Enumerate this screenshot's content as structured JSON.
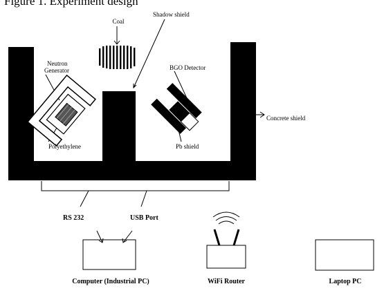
{
  "figure": {
    "caption": "Figure 1. Experiment design"
  },
  "labels": {
    "coal": "Coal",
    "shadow_shield": "Shadow shield",
    "neutron_generator_line1": "Neutron",
    "neutron_generator_line2": "Generator",
    "bgo_detector": "BGO Detector",
    "concrete_shield": "Concrete shield",
    "polyethylene": "Polyethylene",
    "pb_shield": "Pb shield",
    "rs232": "RS 232",
    "usb_port": "USB Port",
    "industrial_pc": "Computer (Industrial PC)",
    "wifi_router": "WiFi Router",
    "laptop_pc": "Laptop PC"
  }
}
